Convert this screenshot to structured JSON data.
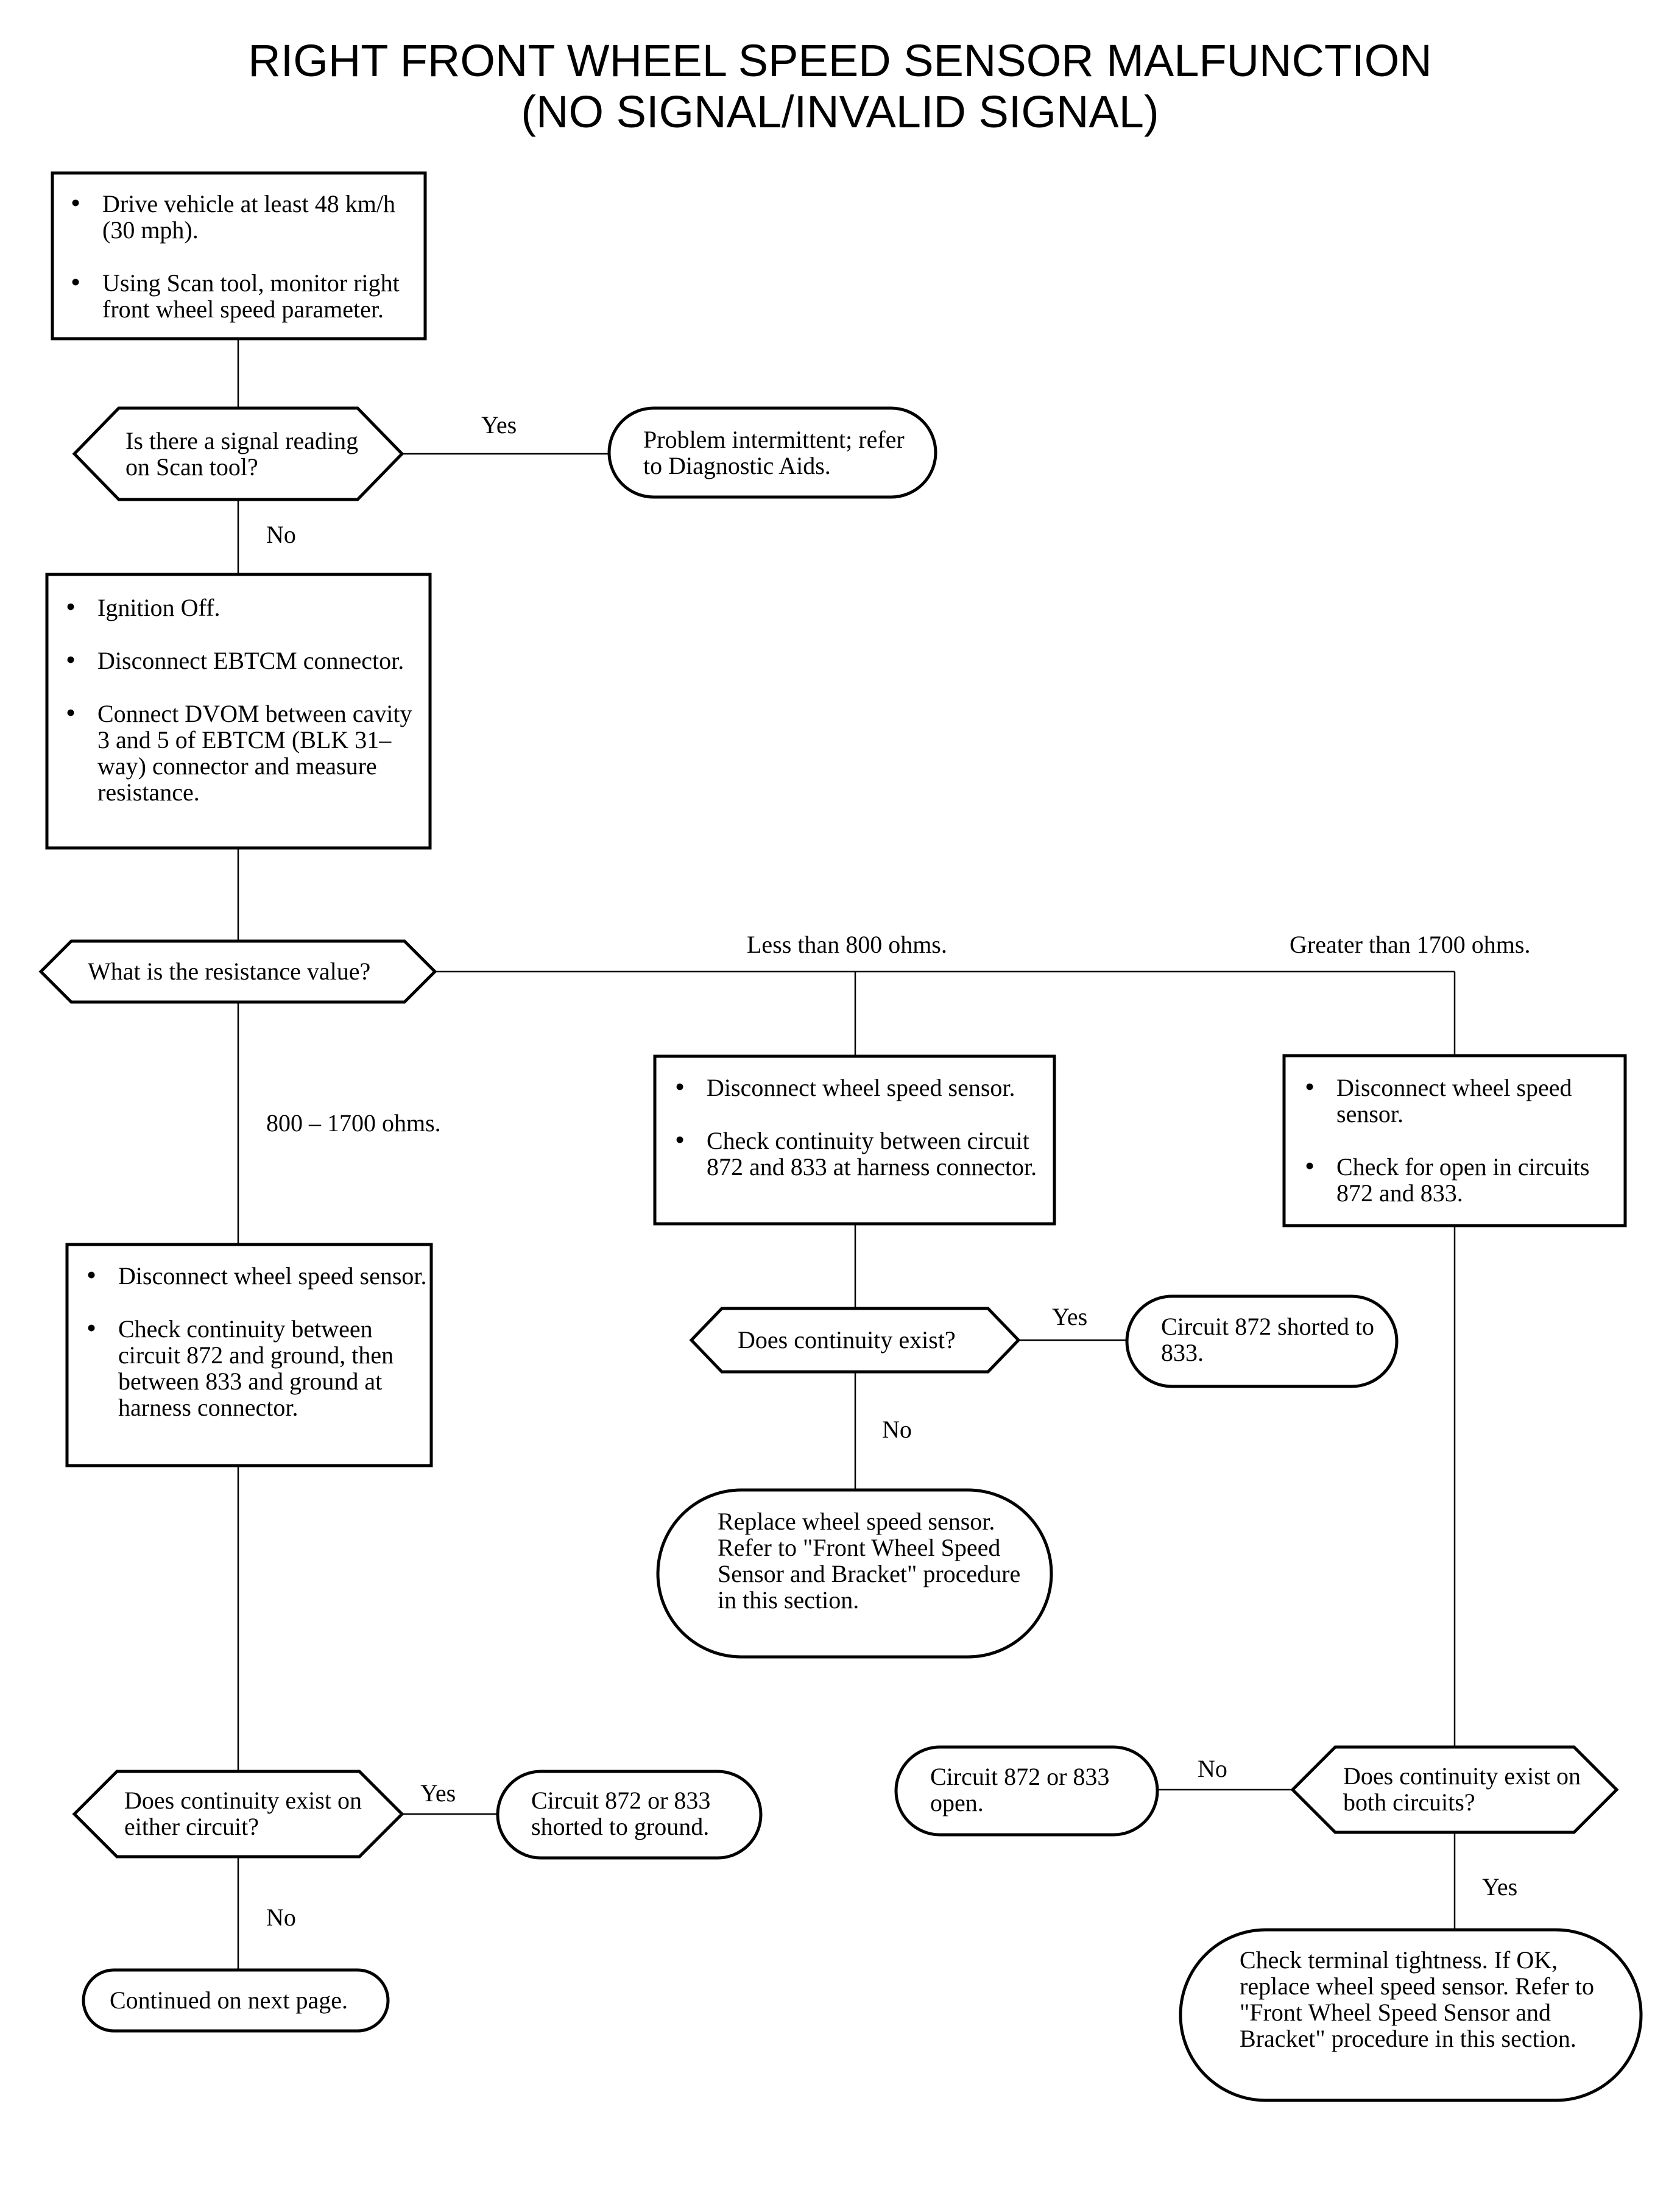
{
  "title": {
    "line1": "RIGHT FRONT WHEEL SPEED SENSOR MALFUNCTION",
    "line2": "(NO SIGNAL/INVALID SIGNAL)"
  },
  "nodes": {
    "step1": {
      "bullets": [
        "Drive vehicle at least 48 km/h (30 mph).",
        "Using Scan tool, monitor right front wheel speed parameter."
      ]
    },
    "decision1": {
      "text": "Is there a signal reading on Scan tool?"
    },
    "result_intermittent": {
      "text": "Problem intermittent; refer to Diagnostic Aids."
    },
    "step2": {
      "bullets": [
        "Ignition Off.",
        "Disconnect EBTCM connector.",
        "Connect DVOM between cavity 3 and 5 of EBTCM (BLK 31–way) connector and measure resistance."
      ]
    },
    "decision2": {
      "text": "What is the resistance value?"
    },
    "step_less800": {
      "bullets": [
        "Disconnect wheel speed sensor.",
        "Check continuity between circuit  872 and 833 at harness connector."
      ]
    },
    "step_greater1700": {
      "bullets": [
        "Disconnect wheel speed sensor.",
        "Check for open in circuits 872 and 833."
      ]
    },
    "step_800_1700": {
      "bullets": [
        "Disconnect wheel speed sensor.",
        "Check continuity between circuit 872 and ground, then between 833 and ground at harness connector."
      ]
    },
    "decision3": {
      "text": "Does continuity exist?"
    },
    "result_shorted833": {
      "text": "Circuit 872 shorted to 833."
    },
    "result_replace": {
      "text": "Replace wheel speed sensor. Refer to \"Front Wheel Speed Sensor and Bracket\" procedure in this section."
    },
    "decision4": {
      "text": "Does continuity exist on either circuit?"
    },
    "result_shorted_ground": {
      "text": "Circuit 872 or 833 shorted to ground."
    },
    "result_continued": {
      "text": "Continued on next page."
    },
    "decision5": {
      "text": "Does continuity exist on both circuits?"
    },
    "result_open": {
      "text": "Circuit 872 or 833 open."
    },
    "result_check_terminal": {
      "text": "Check terminal tightness. If OK, replace wheel speed sensor. Refer to \"Front Wheel Speed Sensor and Bracket\" procedure in this section."
    }
  },
  "edge_labels": {
    "d1_yes": "Yes",
    "d1_no": "No",
    "d2_less800": "Less than 800 ohms.",
    "d2_greater1700": "Greater than 1700 ohms.",
    "d2_mid": "800 – 1700 ohms.",
    "d3_yes": "Yes",
    "d3_no": "No",
    "d4_yes": "Yes",
    "d4_no": "No",
    "d5_no": "No",
    "d5_yes": "Yes"
  }
}
